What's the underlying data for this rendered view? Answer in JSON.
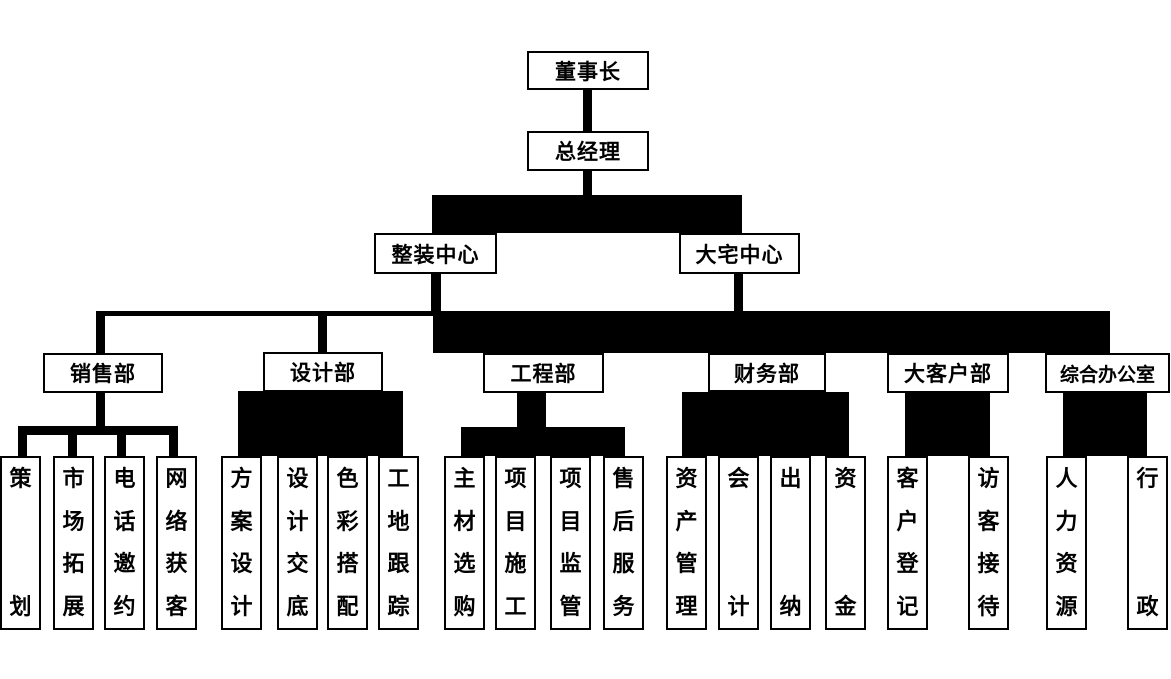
{
  "org_chart": {
    "chairman": {
      "label": "董事长"
    },
    "general_manager": {
      "label": "总经理"
    },
    "centers": [
      {
        "label": "整装中心"
      },
      {
        "label": "大宅中心"
      }
    ],
    "departments": [
      {
        "label": "销售部",
        "children": [
          "策划",
          "市场拓展",
          "电话邀约",
          "网络获客"
        ]
      },
      {
        "label": "设计部",
        "children": [
          "方案设计",
          "设计交底",
          "色彩搭配",
          "工地跟踪"
        ]
      },
      {
        "label": "工程部",
        "children": [
          "主材选购",
          "项目施工",
          "项目监管",
          "售后服务"
        ]
      },
      {
        "label": "财务部",
        "children": [
          "资产管理",
          "会计",
          "出纳",
          "资金"
        ]
      },
      {
        "label": "大客户部",
        "children": [
          "客户登记",
          "访客接待"
        ]
      },
      {
        "label": "综合办公室",
        "children": [
          "人力资源",
          "行政"
        ]
      }
    ],
    "colors": {
      "line": "#000000",
      "box_border": "#000000",
      "box_fill": "#ffffff",
      "text": "#000000",
      "background": "#ffffff"
    }
  }
}
